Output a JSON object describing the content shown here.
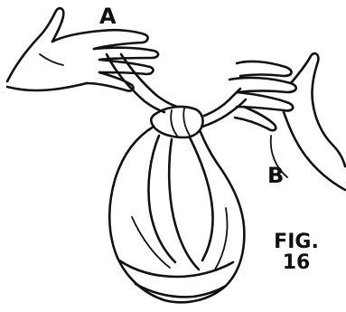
{
  "figure": {
    "label_a": "A",
    "label_b": "B",
    "caption_line1": "FIG.",
    "caption_line2": "16"
  }
}
